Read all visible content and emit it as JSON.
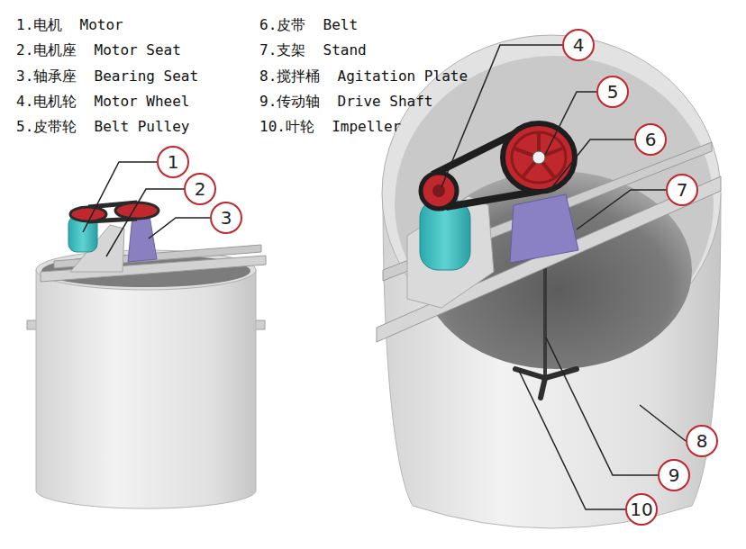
{
  "diagram": {
    "nodes": [
      {
        "text": [
          "1"
        ]
      },
      {
        "text": [
          "2"
        ]
      },
      {
        "text": [
          "3"
        ]
      },
      {
        "text": [
          "4"
        ]
      },
      {
        "text": [
          "5"
        ]
      },
      {
        "text": [
          "6"
        ]
      },
      {
        "text": [
          "7"
        ]
      },
      {
        "text": [
          "8"
        ]
      },
      {
        "text": [
          "9"
        ]
      },
      {
        "text": [
          "10"
        ]
      }
    ],
    "labels": [
      "1.电机  Motor",
      "2.电机座  Motor Seat",
      "3.轴承座  Bearing Seat",
      "4.电机轮  Motor Wheel",
      "5.皮带轮  Belt Pulley",
      "6.皮带  Belt",
      "7.支架  Stand",
      "8.搅拌桶  Agitation Plate",
      "9.传动轴  Drive Shaft",
      "10.叶轮  Impeller"
    ]
  }
}
